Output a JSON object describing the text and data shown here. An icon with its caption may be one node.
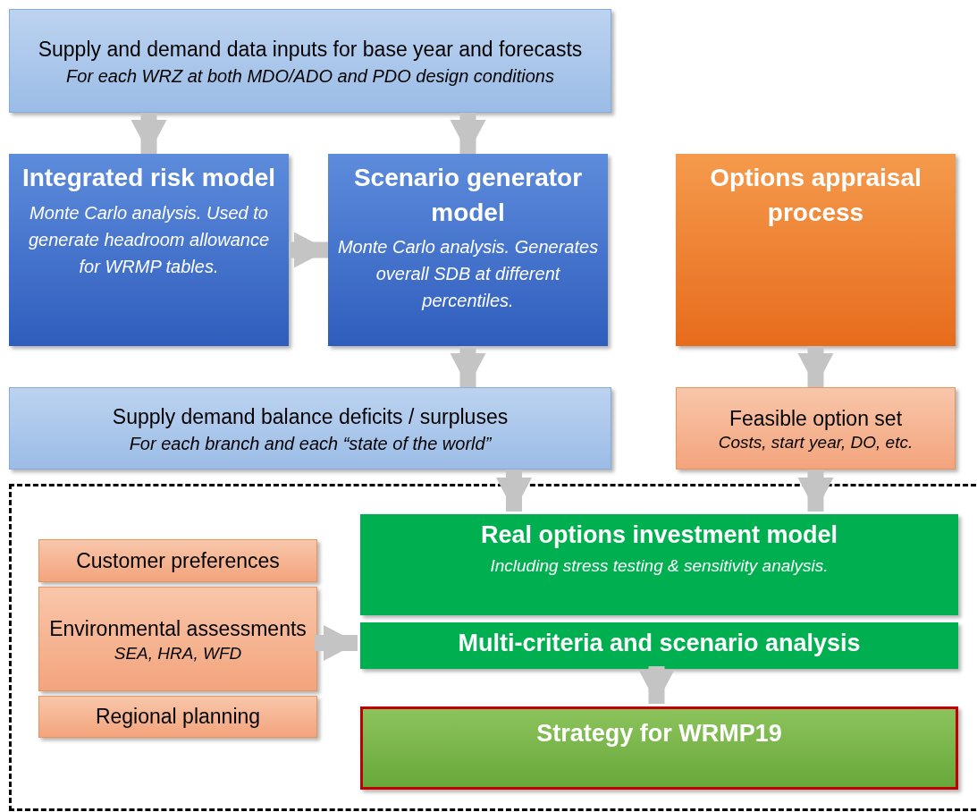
{
  "diagram": {
    "nodes": [
      {
        "text": [
          "Supply and demand data inputs for base year and forecasts",
          "For each WRZ at both MDO/ADO and PDO design conditions"
        ]
      },
      {
        "text": [
          "Integrated risk model",
          "Monte Carlo analysis. Used to generate headroom allowance for WRMP tables."
        ]
      },
      {
        "text": [
          "Scenario generator model",
          "Monte Carlo analysis. Generates overall SDB at different percentiles."
        ]
      },
      {
        "text": [
          "Options appraisal process"
        ]
      },
      {
        "text": [
          "Supply demand balance deficits / surpluses",
          "For each branch and each “state of the world”"
        ]
      },
      {
        "text": [
          "Feasible option set",
          "Costs, start year, DO, etc."
        ]
      },
      {
        "text": [],
        "shape": "box"
      },
      {
        "text": [
          "Customer preferences"
        ],
        "in": 6
      },
      {
        "text": [
          "Environmental assessments",
          "SEA, HRA, WFD"
        ],
        "in": 6
      },
      {
        "text": [
          "Regional planning"
        ],
        "in": 6
      },
      {
        "text": [
          "Real options investment model",
          "Including stress testing & sensitivity analysis."
        ],
        "in": 6
      },
      {
        "text": [
          "Multi-criteria and scenario analysis"
        ],
        "in": 6
      },
      {
        "text": [
          "Strategy for WRMP19"
        ],
        "in": 6
      }
    ],
    "edges": [
      {
        "from": 0,
        "to": 1,
        "arrow": "to"
      },
      {
        "from": 0,
        "to": 2,
        "arrow": "to"
      },
      {
        "from": 1,
        "to": 2,
        "arrow": "to"
      },
      {
        "from": 2,
        "to": 4,
        "arrow": "to"
      },
      {
        "from": 3,
        "to": 5,
        "arrow": "to"
      },
      {
        "from": 4,
        "to": 10,
        "arrow": "to"
      },
      {
        "from": 5,
        "to": 10,
        "arrow": "to"
      },
      {
        "from": 8,
        "to": 11,
        "arrow": "to"
      },
      {
        "from": 11,
        "to": 12,
        "arrow": "to"
      }
    ]
  }
}
